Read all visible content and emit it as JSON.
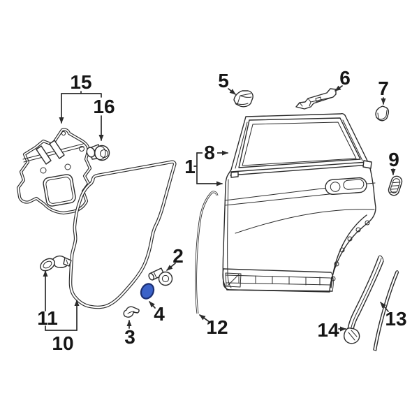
{
  "diagram": {
    "type": "exploded-parts-line-diagram",
    "highlighted_callout": "4",
    "colors": {
      "background": "#ffffff",
      "line": "#2b2b2b",
      "highlight-fill": "#3b62c8",
      "highlight-stroke": "#1c2f72",
      "label": "#161616"
    },
    "callouts": [
      {
        "label": "1"
      },
      {
        "label": "2"
      },
      {
        "label": "3"
      },
      {
        "label": "4"
      },
      {
        "label": "5"
      },
      {
        "label": "6"
      },
      {
        "label": "7"
      },
      {
        "label": "8"
      },
      {
        "label": "9"
      },
      {
        "label": "10"
      },
      {
        "label": "11"
      },
      {
        "label": "12"
      },
      {
        "label": "13"
      },
      {
        "label": "14"
      },
      {
        "label": "15"
      },
      {
        "label": "16"
      }
    ]
  }
}
